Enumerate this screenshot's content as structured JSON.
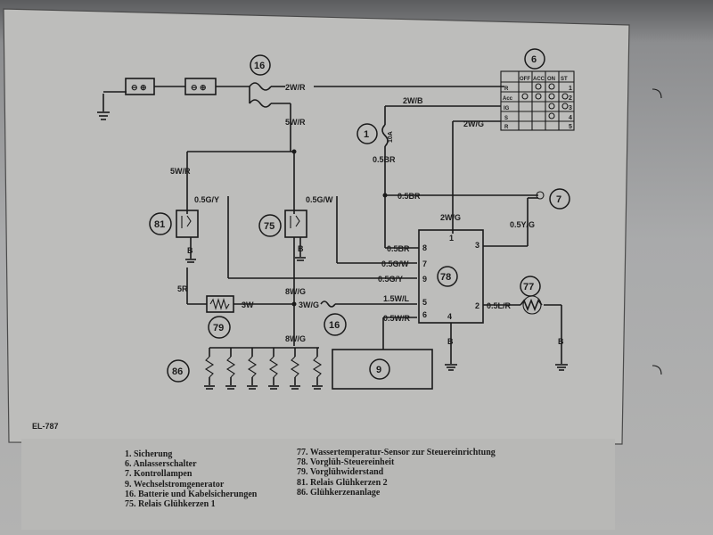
{
  "figure_code": "EL-787",
  "callouts": {
    "c1": "1",
    "c6": "6",
    "c7": "7",
    "c9": "9",
    "c16a": "16",
    "c16b": "16",
    "c75": "75",
    "c77": "77",
    "c78": "78",
    "c79": "79",
    "c81": "81",
    "c86": "86"
  },
  "wires": {
    "w2wr": "2W/R",
    "w5wr_top": "5W/R",
    "w2wb": "2W/B",
    "w2wg_top": "2W/G",
    "fuse": "10A",
    "w05br_a": "0.5BR",
    "w05br_b": "0.5BR",
    "w5wr_left": "5W/R",
    "w05gy_left": "0.5G/Y",
    "w05gw_mid": "0.5G/W",
    "w2wg_relay": "2W/G",
    "w05yg": "0.5Y/G",
    "b1": "B",
    "b2": "B",
    "w05br_c": "0.5BR",
    "w05gw": "0.5G/W",
    "w05gy": "0.5G/Y",
    "w5r": "5R",
    "w3w": "3W",
    "w8wg_a": "8W/G",
    "w3wg": "3W/G",
    "w15wl": "1.5W/L",
    "w05wr": "0.5W/R",
    "w05lr": "0.5L/R",
    "w8wg_b": "8W/G",
    "b3": "B",
    "b4": "B"
  },
  "ecu_pins": [
    "8",
    "7",
    "9",
    "5",
    "6",
    "1",
    "3",
    "2",
    "4"
  ],
  "switch_table": {
    "headers": [
      "OFF",
      "ACC",
      "ON",
      "ST"
    ],
    "rows": [
      "R",
      "Acc",
      "IG",
      "S",
      "R"
    ],
    "terminals": [
      "1",
      "2",
      "3",
      "4",
      "5"
    ]
  },
  "legend_left": [
    "1.  Sicherung",
    "6.  Anlasserschalter",
    "7.  Kontrollampen",
    "9.  Wechselstromgenerator",
    "16.  Batterie und Kabelsicherungen",
    "75.  Relais Glühkerzen 1"
  ],
  "legend_right": [
    "77.  Wassertemperatur-Sensor zur Steuereinrichtung",
    "78.  Vorglüh-Steuereinheit",
    "79.  Vorglühwiderstand",
    "81.  Relais Glühkerzen 2",
    "86.  Glühkerzenanlage"
  ]
}
